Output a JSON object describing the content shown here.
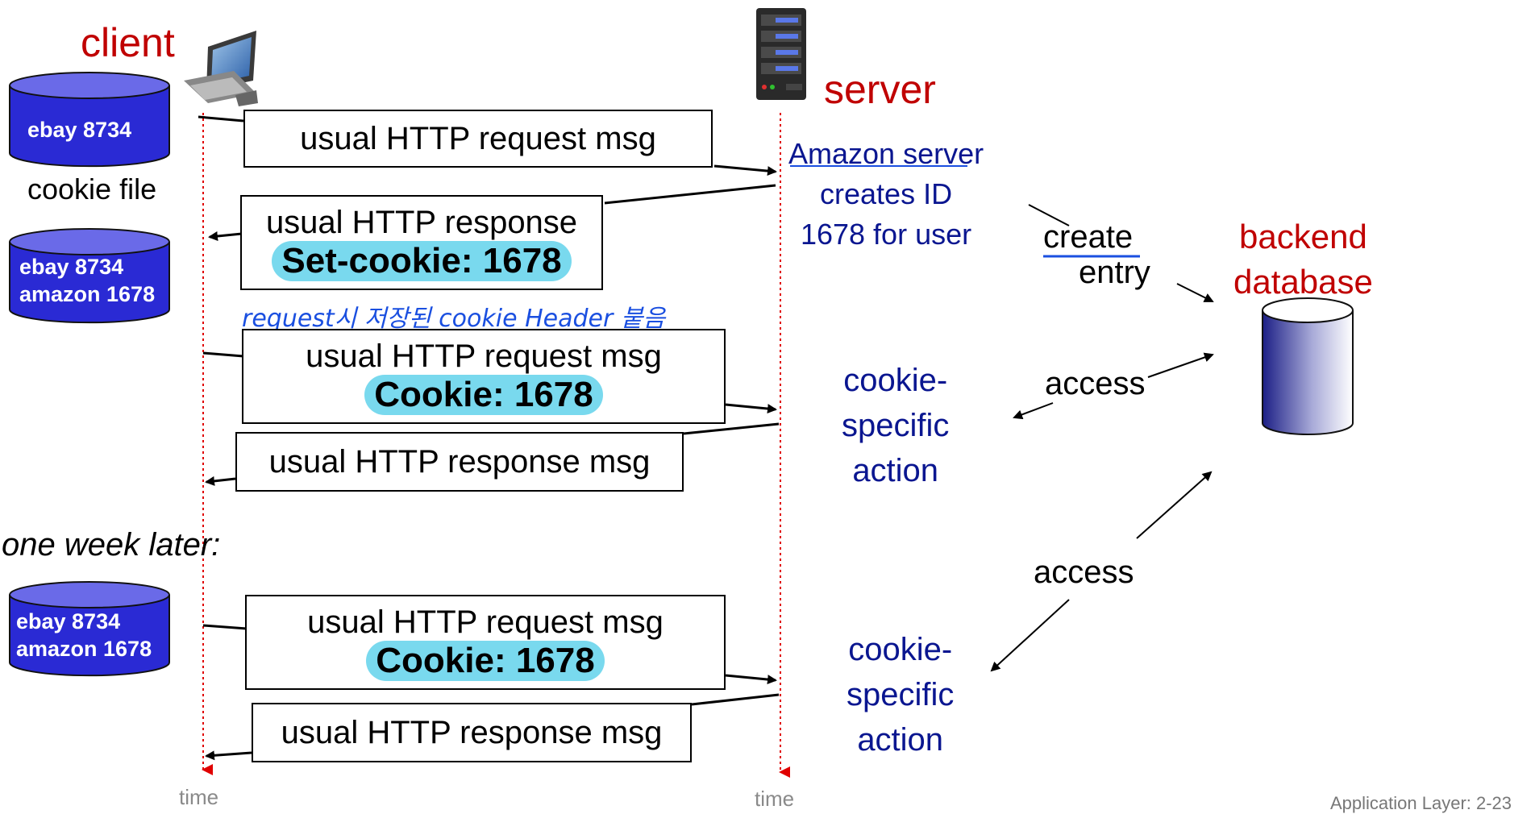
{
  "labels": {
    "client": "client",
    "server": "server",
    "cookie_file": "cookie file",
    "one_week_later": "one week later:",
    "time_client": "time",
    "time_server": "time",
    "footer": "Application Layer: 2-23"
  },
  "cookie_files": [
    {
      "lines": [
        "ebay 8734"
      ]
    },
    {
      "lines": [
        "ebay 8734",
        "amazon 1678"
      ]
    },
    {
      "lines": [
        "ebay 8734",
        "amazon 1678"
      ]
    }
  ],
  "messages": {
    "req1": {
      "text": "usual HTTP request msg"
    },
    "resp1": {
      "text_prefix": "usual HTTP ",
      "text_underlined": "response",
      "highlight": "Set-cookie: 1678"
    },
    "req2": {
      "text_prefix": "usual HTTP ",
      "text_underlined": "request",
      "text_suffix": " msg",
      "highlight": "Cookie: 1678"
    },
    "resp2": {
      "text": "usual HTTP response msg"
    },
    "req3": {
      "text": "usual HTTP request msg",
      "highlight": "Cookie: 1678"
    },
    "resp3": {
      "text": "usual HTTP response msg"
    }
  },
  "handwritten_note": "request시 저장된 cookie Header 붙음",
  "server_notes": {
    "amazon_line1": "Amazon server",
    "amazon_line2": "creates ID",
    "amazon_line3": "1678 for user",
    "action1": [
      "cookie-",
      "specific",
      "action"
    ],
    "action2": [
      "cookie-",
      "specific",
      "action"
    ]
  },
  "backend": {
    "line1": "backend",
    "line2": "database",
    "create": "create",
    "entry": "entry",
    "access1": "access",
    "access2": "access"
  },
  "colors": {
    "red": "#c00000",
    "navy": "#0a1690",
    "highlight": "#79d9ee",
    "cylinder": "#2a2ad4",
    "handwriting": "#1a4fe0"
  }
}
